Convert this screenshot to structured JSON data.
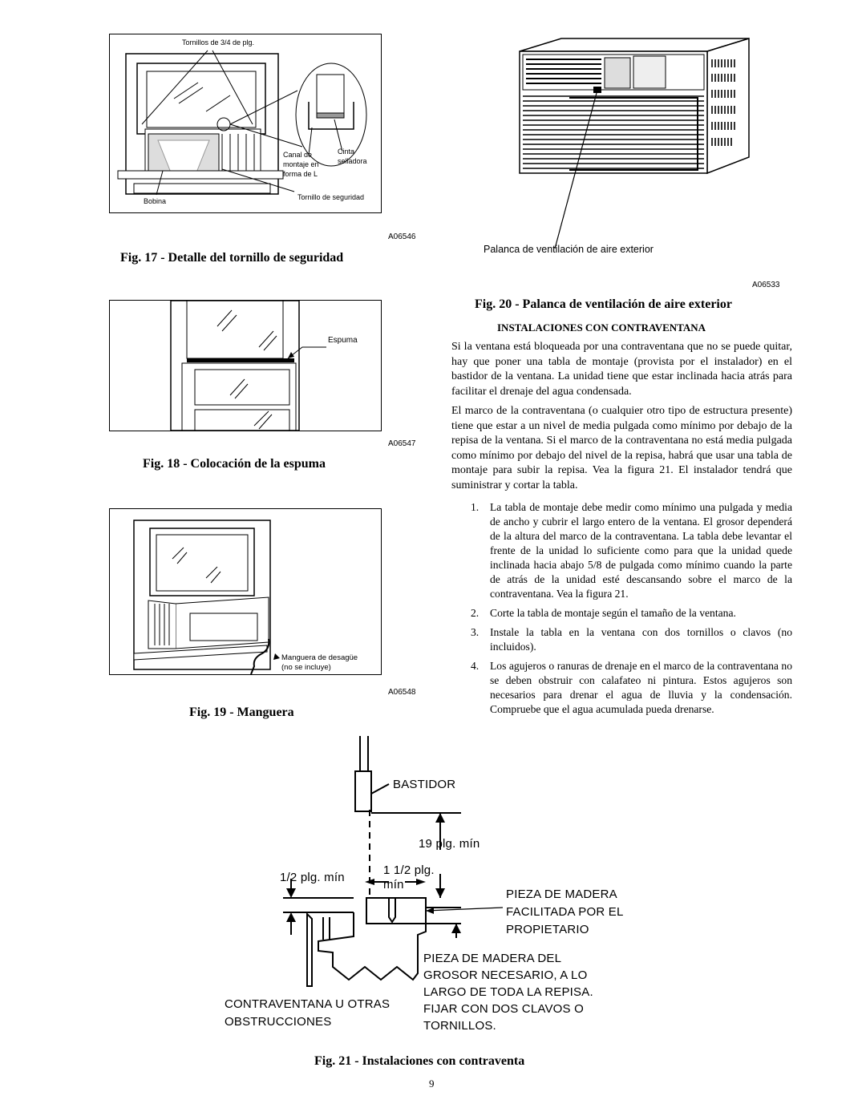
{
  "fig17": {
    "label_screws": "Tornillos de 3/4 de plg.",
    "label_channel_1": "Canal de",
    "label_channel_2": "montaje en",
    "label_channel_3": "forma de L",
    "label_tape_1": "Cinta",
    "label_tape_2": "selladora",
    "label_coil": "Bobina",
    "label_security_screw": "Tornillo de seguridad",
    "code": "A06546",
    "caption": "Fig. 17 - Detalle del tornillo de seguridad"
  },
  "fig18": {
    "label_foam": "Espuma",
    "code": "A06547",
    "caption": "Fig. 18 - Colocación de la espuma"
  },
  "fig19": {
    "label_hose_1": "Manguera de desagüe",
    "label_hose_2": "(no se incluye)",
    "code": "A06548",
    "caption": "Fig. 19 - Manguera"
  },
  "fig20": {
    "label_lever": "Palanca de ventilación de aire exterior",
    "code": "A06533",
    "caption": "Fig. 20 - Palanca de ventilación de aire exterior"
  },
  "section": {
    "heading": "INSTALACIONES CON CONTRAVENTANA",
    "para1": "Si la ventana está bloqueada por una contraventana que no se puede quitar, hay que poner una tabla de montaje (provista por el instalador) en el bastidor de la ventana. La unidad tiene que estar inclinada hacia atrás para facilitar el drenaje del agua condensada.",
    "para2": "El marco de la contraventana (o cualquier otro tipo de estructura presente) tiene que estar a un nivel de media pulgada como mínimo por debajo de la repisa de la ventana. Si el marco de la contraventana no está media pulgada como mínimo por debajo del nivel de la repisa, habrá que usar una tabla de montaje para subir la repisa. Vea la figura 21. El instalador tendrá que suministrar y cortar la tabla.",
    "steps": [
      {
        "num": "1.",
        "text": "La tabla de montaje debe medir como mínimo una pulgada y media de ancho y cubrir el largo entero de la ventana. El grosor dependerá de la altura del marco de la contraventana. La tabla debe levantar el frente de la unidad lo suficiente como para que la unidad quede inclinada hacia abajo 5/8 de pulgada como mínimo cuando la parte de atrás de la unidad esté descansando sobre el marco de la contraventana. Vea la figura 21."
      },
      {
        "num": "2.",
        "text": "Corte la tabla de montaje según el tamaño de la ventana."
      },
      {
        "num": "3.",
        "text": "Instale la tabla en la ventana con dos tornillos o clavos (no incluidos)."
      },
      {
        "num": "4.",
        "text": "Los agujeros o ranuras de drenaje en el marco de la contraventana no se deben obstruir con calafateo ni pintura. Estos agujeros son necesarios para drenar el agua de lluvia y la condensación. Compruebe que el agua acumulada pueda drenarse."
      }
    ]
  },
  "fig21": {
    "label_bastidor": "BASTIDOR",
    "label_19": "19 plg. mín",
    "label_half": "1/2 plg. mín",
    "label_1half_1": "1 1/2 plg.",
    "label_1half_2": "mín",
    "label_wood1_1": "PIEZA DE MADERA",
    "label_wood1_2": "FACILITADA POR EL",
    "label_wood1_3": "PROPIETARIO",
    "label_wood2_1": "PIEZA DE MADERA DEL",
    "label_wood2_2": "GROSOR NECESARIO, A LO",
    "label_wood2_3": "LARGO DE TODA LA REPISA.",
    "label_wood2_4": "FIJAR CON DOS CLAVOS O",
    "label_wood2_5": "TORNILLOS.",
    "label_storm_1": "CONTRAVENTANA U OTRAS",
    "label_storm_2": "OBSTRUCCIONES",
    "caption": "Fig. 21 - Instalaciones con contraventa"
  },
  "page_number": "9"
}
